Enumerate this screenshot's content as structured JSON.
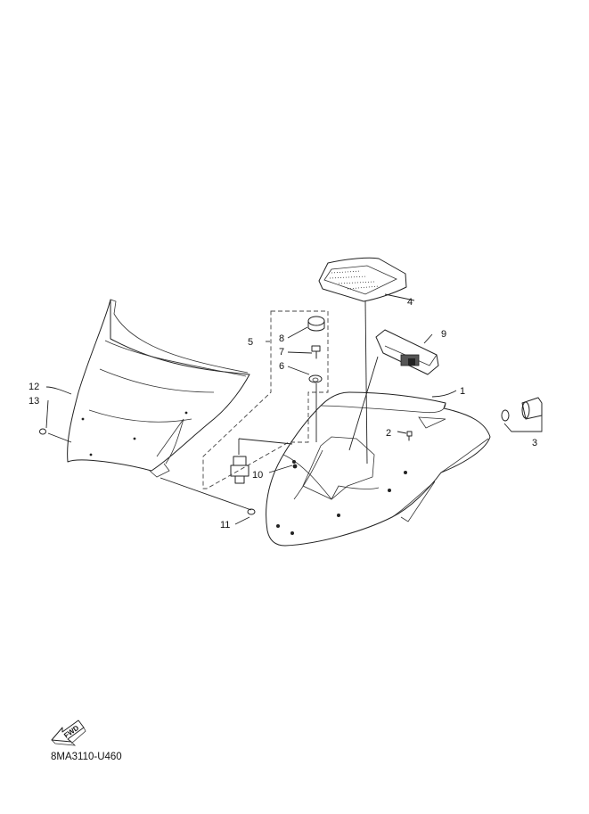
{
  "callouts": {
    "c1": "1",
    "c2": "2",
    "c3": "3",
    "c4": "4",
    "c5": "5",
    "c6": "6",
    "c7": "7",
    "c8": "8",
    "c9": "9",
    "c10": "10",
    "c11": "11",
    "c12": "12",
    "c13": "13"
  },
  "fwd_label": "FWD",
  "diagram_code": "8MA3110-U460"
}
